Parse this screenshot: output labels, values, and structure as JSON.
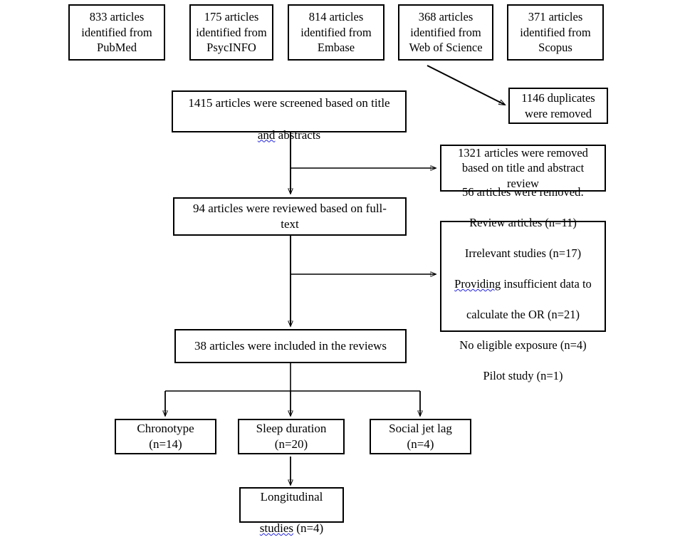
{
  "diagram": {
    "type": "prisma-flow-diagram",
    "title": "",
    "background_color": "#ffffff",
    "line_color": "#000000",
    "spellcheck_underline_color": "#2222dd",
    "sources": [
      {
        "id": "pubmed",
        "count": 833,
        "database": "PubMed",
        "text": "833 articles\nidentified from\nPubMed"
      },
      {
        "id": "psycinfo",
        "count": 175,
        "database": "PsycINFO",
        "text": "175 articles\nidentified from\nPsycINFO"
      },
      {
        "id": "embase",
        "count": 814,
        "database": "Embase",
        "text": "814 articles\nidentified from\nEmbase"
      },
      {
        "id": "wos",
        "count": 368,
        "database": "Web of Science",
        "text": "368 articles\nidentified from\nWeb of Science"
      },
      {
        "id": "scopus",
        "count": 371,
        "database": "Scopus",
        "text": "371 articles\nidentified from\nScopus"
      }
    ],
    "duplicates": {
      "count": 1146,
      "text": "1146 duplicates\nwere removed"
    },
    "screened": {
      "count": 1415,
      "line1": "1415 articles were screened based on title",
      "line2_marked": "and",
      "line2_rest": " abstracts"
    },
    "excluded_title_abstract": {
      "count": 1321,
      "text": "1321 articles were removed\nbased on title and abstract\nreview"
    },
    "fulltext": {
      "count": 94,
      "text": "94 articles were reviewed based on full-\ntext"
    },
    "excluded_fulltext": {
      "count": 56,
      "heading": "56 articles were removed:",
      "reasons": [
        {
          "label": "Review articles (n=11)",
          "n": 11,
          "marked": false
        },
        {
          "label": "Irrelevant studies (n=17)",
          "n": 17,
          "marked": false
        },
        {
          "label_marked": "Providing",
          "label_rest": " insufficient data to",
          "n": 21,
          "marked": true
        },
        {
          "label": "calculate the OR (n=21)",
          "n": 21,
          "marked": false
        },
        {
          "label": "No eligible exposure (n=4)",
          "n": 4,
          "marked": false
        },
        {
          "label": "Pilot study (n=1)",
          "n": 1,
          "marked": false
        }
      ]
    },
    "included": {
      "count": 38,
      "text": "38 articles were included in the reviews"
    },
    "outcomes": [
      {
        "id": "chronotype",
        "label": "Chronotype",
        "n": 14,
        "text": "Chronotype\n(n=14)"
      },
      {
        "id": "sleep-duration",
        "label": "Sleep duration",
        "n": 20,
        "text": "Sleep duration\n(n=20)"
      },
      {
        "id": "social-jet-lag",
        "label": "Social jet lag",
        "n": 4,
        "text": "Social jet lag\n(n=4)"
      }
    ],
    "longitudinal": {
      "label": "Longitudinal studies",
      "n": 4,
      "line1": "Longitudinal",
      "line2_marked": "studies",
      "line2_rest": " (n=4)"
    }
  }
}
